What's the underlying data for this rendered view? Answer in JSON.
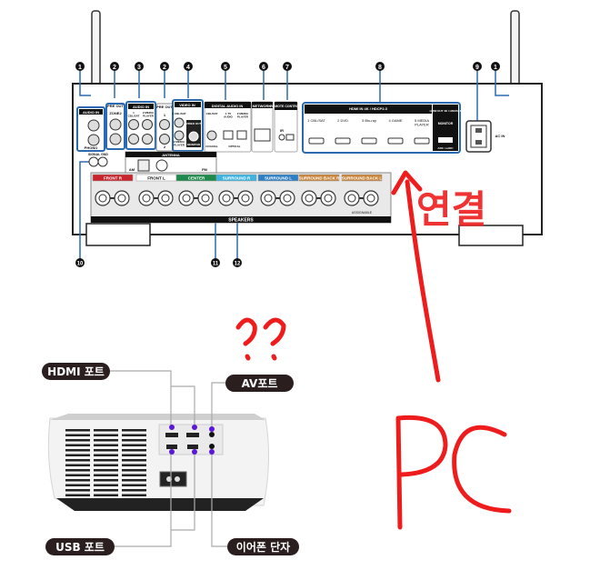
{
  "receiver": {
    "markers_top": [
      "1",
      "2",
      "3",
      "2",
      "4",
      "5",
      "6",
      "7",
      "8",
      "9",
      "1"
    ],
    "markers_bottom": [
      "10",
      "11",
      "12"
    ],
    "panels": {
      "audio_in_phono": {
        "title": "AUDIO IN",
        "label": "PHONO"
      },
      "pre_out_zone2": {
        "title": "PRE OUT",
        "label": "ZONE2"
      },
      "audio_in": {
        "title": "AUDIO IN",
        "inputs": [
          "1 CBL/SAT",
          "2 MEDIA PLAYER"
        ]
      },
      "pre_out_sub": {
        "title": "PRE OUT",
        "inputs": [
          "1",
          "2"
        ]
      },
      "video_in": {
        "title": "VIDEO IN",
        "inputs": [
          "1 CBL/SAT",
          "2 MEDIA PLAYER"
        ],
        "out_title": "VIDEO OUT",
        "out_label": "MONITOR"
      },
      "digital_audio": {
        "title": "DIGITAL AUDIO IN",
        "inputs": [
          "CBL/SAT",
          "1 TV AUDIO",
          "2 MEDIA PLAYER"
        ],
        "coaxial": "COAXIAL",
        "optical": "OPTICAL"
      },
      "network": {
        "title": "NETWORK"
      },
      "remote": {
        "title": "REMOTE CONTROL",
        "label": "IR"
      },
      "hdmi": {
        "title": "HDMI IN",
        "subtitle": "4K / HDCP2.3",
        "inputs": [
          "1 CBL/SAT",
          "2 DVD",
          "3 Blu-ray",
          "4 GAME",
          "5 MEDIA PLAYER"
        ],
        "out_title": "HDMI OUT 4K / HDCP2.3",
        "out_label": "MONITOR",
        "out_sub": "ARC / eARC"
      },
      "ac_in": {
        "label": "AC IN"
      },
      "signal_gnd": {
        "label": "SIGNAL GND"
      },
      "antenna": {
        "title": "ANTENNA",
        "am": "AM",
        "fm": "FM"
      }
    },
    "speakers": {
      "title": "SPEAKERS",
      "assignable": "ASSIGNABLE",
      "channels": [
        {
          "label": "FRONT R",
          "color": "#c8262c"
        },
        {
          "label": "FRONT L",
          "color": "#ffffff"
        },
        {
          "label": "CENTER",
          "color": "#1f8a4c"
        },
        {
          "label": "SURROUND R",
          "color": "#3fb4e0"
        },
        {
          "label": "SURROUND L",
          "color": "#2e7fc4"
        },
        {
          "label": "SURROUND BACK R",
          "color": "#c8843a"
        },
        {
          "label": "SURROUND BACK L",
          "color": "#c8843a"
        }
      ]
    }
  },
  "annotations": {
    "connect": "연결",
    "question": "??",
    "pc": "PC",
    "ink_color": "#ee1c1c"
  },
  "projector": {
    "labels": {
      "hdmi": "HDMI 포트",
      "av": "AV포트",
      "usb": "USB 포트",
      "earphone": "이어폰 단자"
    },
    "dot_color": "#5a17d6"
  }
}
